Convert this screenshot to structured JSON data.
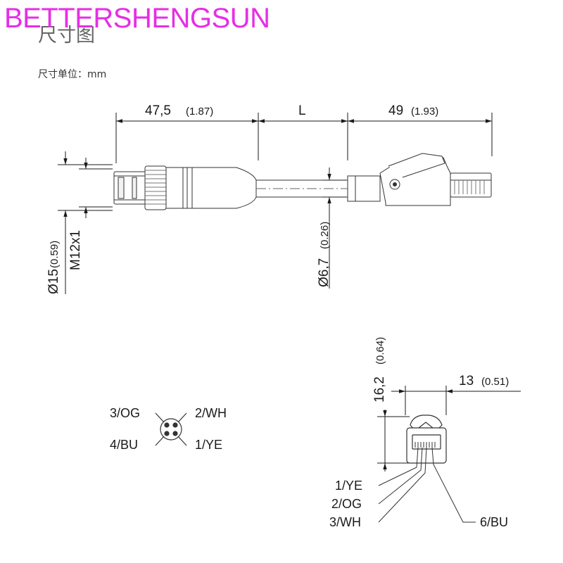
{
  "watermark": "BETTERSHENGSUN",
  "title": "尺寸图",
  "unit_label": "尺寸单位：mm",
  "dimensions": {
    "m12_length": {
      "value": "47,5",
      "inch": "(1.87)"
    },
    "cable_length": {
      "value": "L"
    },
    "rj45_length": {
      "value": "49",
      "inch": "(1.93)"
    },
    "m12_diameter": {
      "value": "Ø15",
      "inch": "(0.59)"
    },
    "thread": {
      "value": "M12x1"
    },
    "cable_diameter": {
      "value": "Ø6,7",
      "inch": "(0.26)"
    },
    "rj45_height": {
      "value": "16,2",
      "inch": "(0.64)"
    },
    "rj45_width": {
      "value": "13",
      "inch": "(0.51)"
    }
  },
  "m12_pins": {
    "top_left": "3/OG",
    "top_right": "2/WH",
    "bottom_left": "4/BU",
    "bottom_right": "1/YE"
  },
  "rj45_pins": {
    "pin1": "1/YE",
    "pin2": "2/OG",
    "pin3": "3/WH",
    "pin6": "6/BU"
  }
}
